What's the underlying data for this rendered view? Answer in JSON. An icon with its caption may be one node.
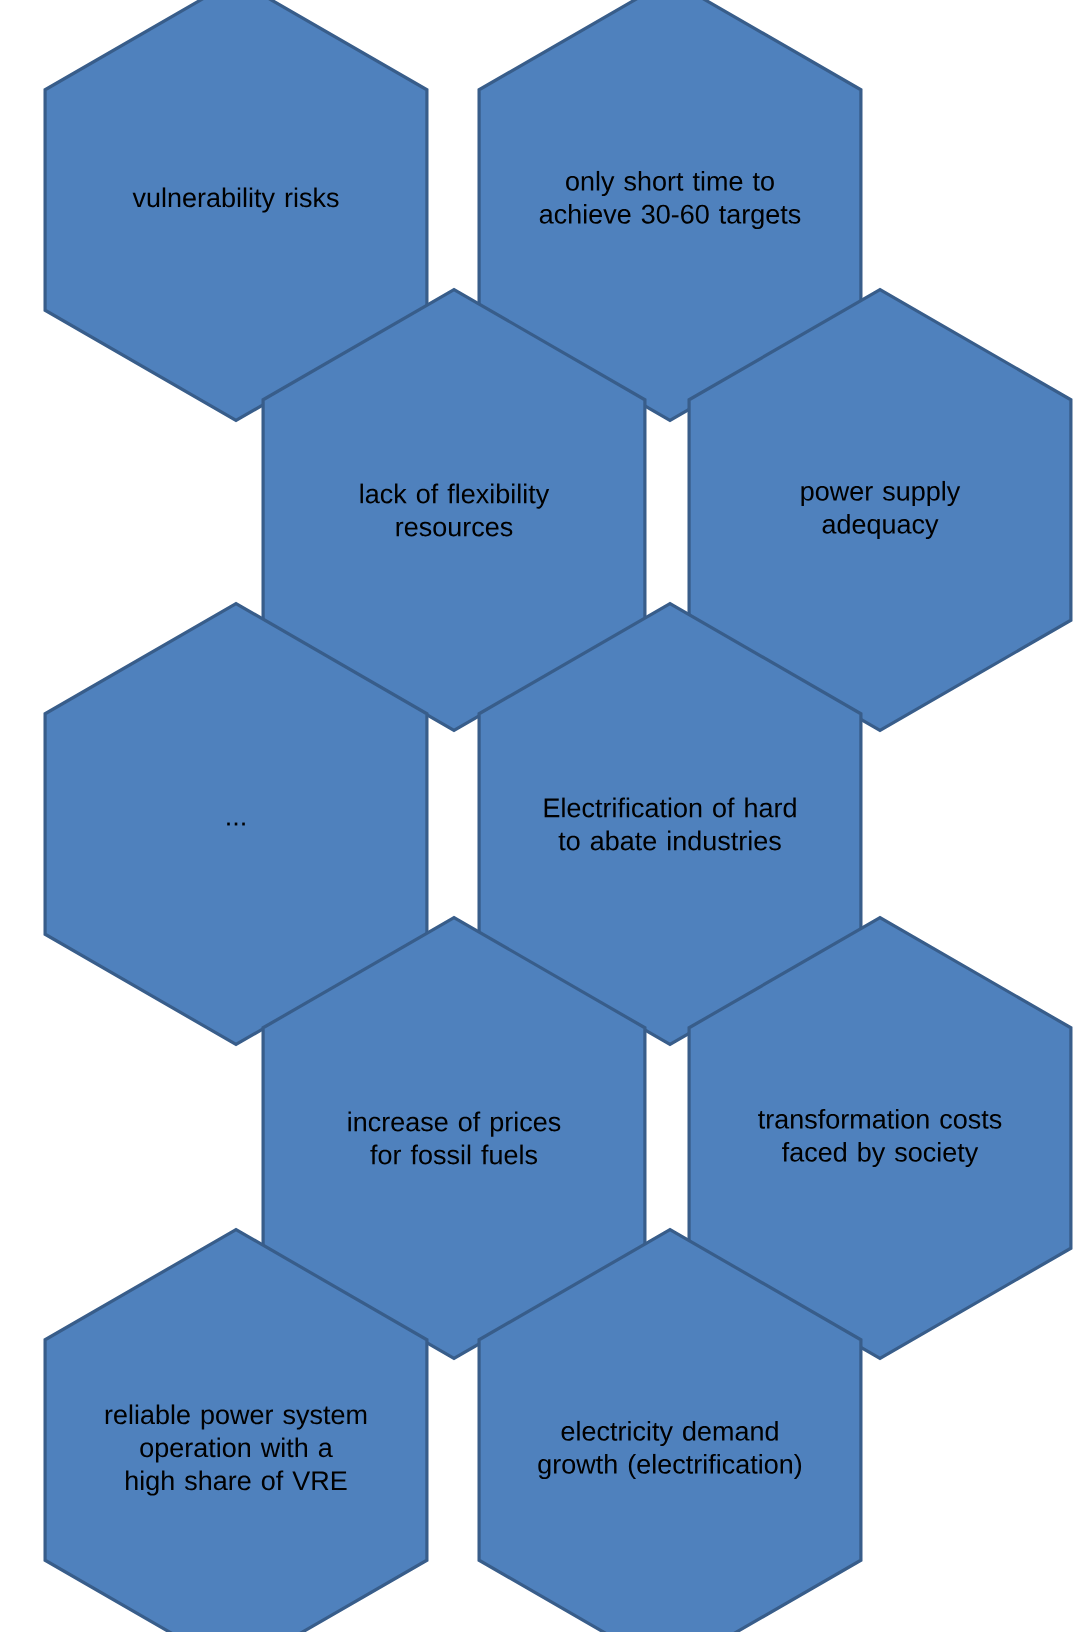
{
  "diagram": {
    "nodes": [
      {
        "text": [
          "vulnerability risks"
        ]
      },
      {
        "text": [
          "only short time to achieve 30-60 targets"
        ]
      },
      {
        "text": [
          "lack of flexibility resources"
        ]
      },
      {
        "text": [
          "power supply adequacy"
        ]
      },
      {
        "text": [
          "..."
        ]
      },
      {
        "text": [
          "Electrification of hard to abate industries"
        ]
      },
      {
        "text": [
          "increase of prices for fossil fuels"
        ]
      },
      {
        "text": [
          "transformation costs faced by society"
        ]
      },
      {
        "text": [
          "reliable power system operation with a high share of VRE"
        ]
      },
      {
        "text": [
          "electricity demand growth (electrification)"
        ]
      }
    ]
  }
}
